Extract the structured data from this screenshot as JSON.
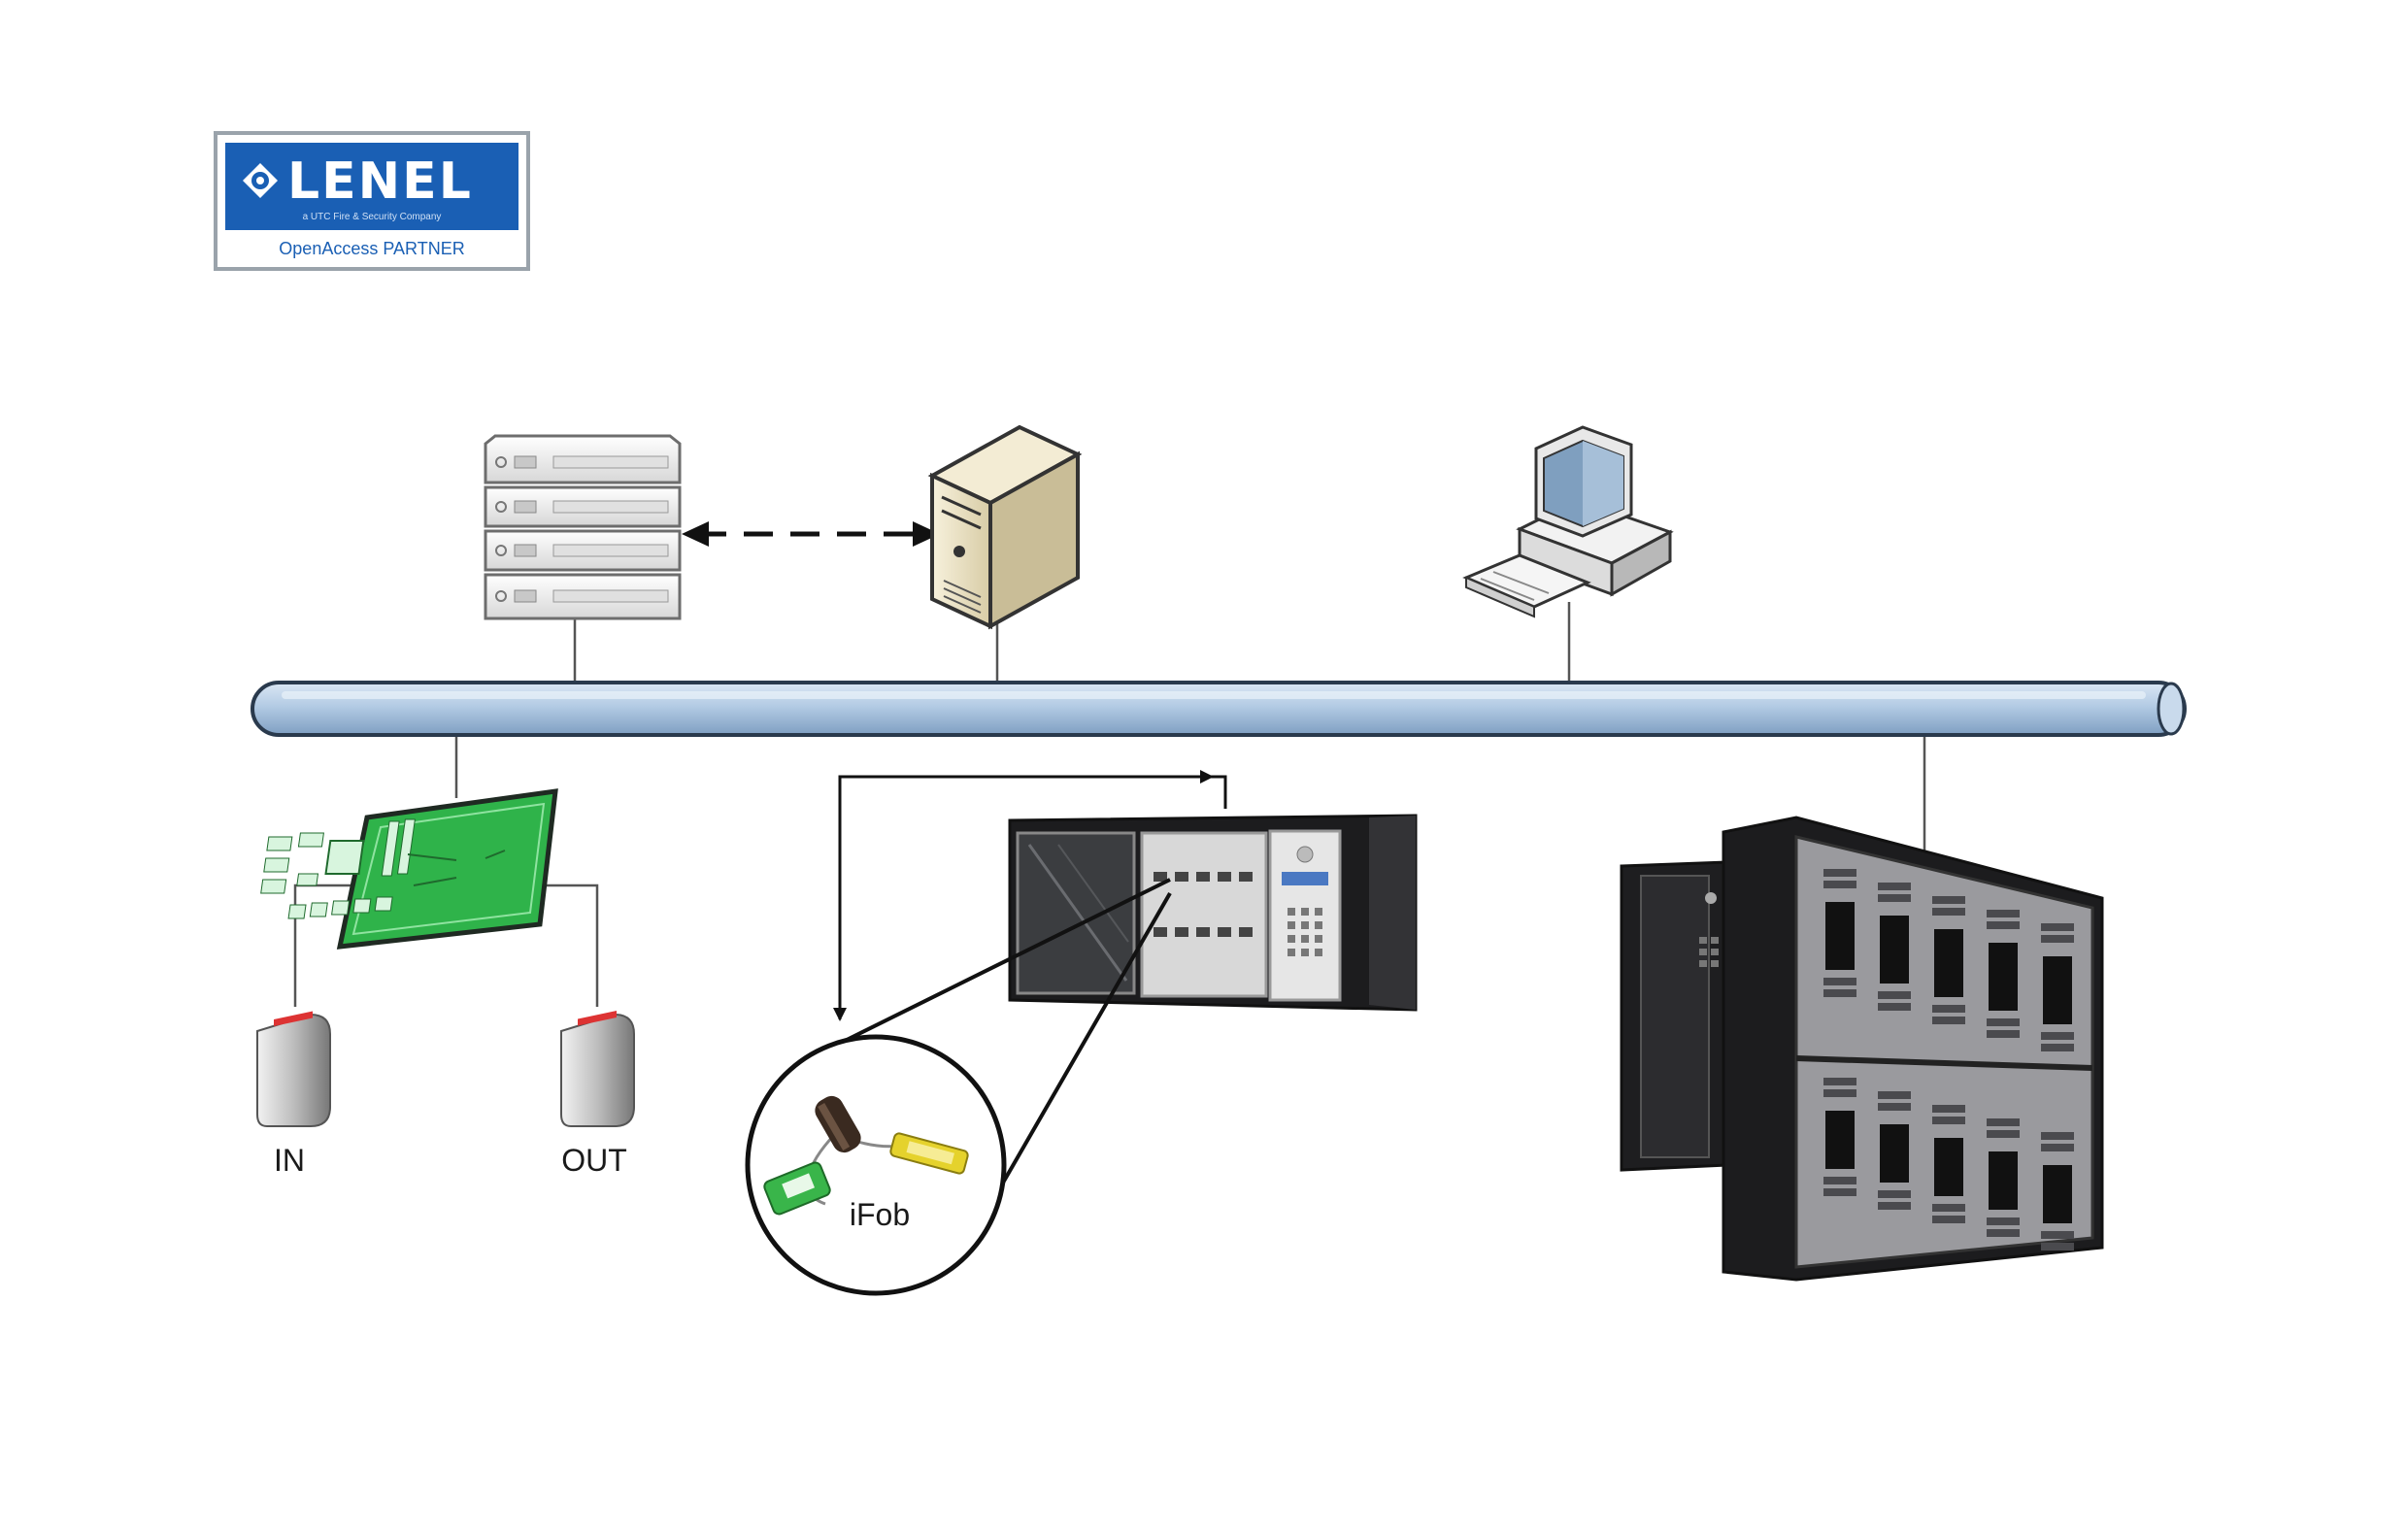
{
  "logo": {
    "brand": "LENEL",
    "tagline": "a UTC Fire & Security Company",
    "partner": "OpenAccess PARTNER",
    "colors": {
      "brand_blue": "#1a5fb4",
      "frame": "#9aa3ab"
    }
  },
  "labels": {
    "reader_in": "IN",
    "reader_out": "OUT",
    "ifob": "iFob"
  },
  "icons": {
    "server_rack": "server-rack-icon",
    "tower_server": "tower-server-icon",
    "workstation": "workstation-icon",
    "controller_board": "controller-board-icon",
    "card_reader": "card-reader-icon",
    "key_cabinet": "key-cabinet-icon",
    "locker_bank": "locker-bank-icon",
    "ifob_keys": "ifob-keys-icon"
  },
  "colors": {
    "bus_fill": "#b9cfe6",
    "bus_stroke": "#2a3a4d",
    "board_green": "#2fb34a",
    "tower_beige": "#ece3c8",
    "cabinet_black": "#1c1c1e",
    "locker_grey": "#9a9a9e"
  }
}
